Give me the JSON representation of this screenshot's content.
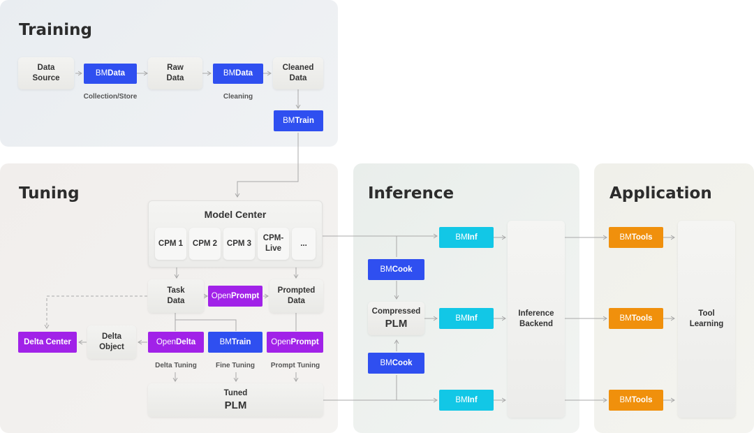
{
  "panels": {
    "training": "Training",
    "tuning": "Tuning",
    "inference": "Inference",
    "application": "Application"
  },
  "training": {
    "data_source": "Data Source",
    "bmdata1": {
      "pre": "BM",
      "suf": "Data"
    },
    "collection_caption": "Collection/Store",
    "raw_data": "Raw Data",
    "bmdata2": {
      "pre": "BM",
      "suf": "Data"
    },
    "cleaning_caption": "Cleaning",
    "cleaned_data": "Cleaned Data",
    "bmtrain": {
      "pre": "BM",
      "suf": "Train"
    }
  },
  "tuning": {
    "model_center": "Model Center",
    "models": [
      "CPM 1",
      "CPM 2",
      "CPM 3",
      "CPM-Live",
      "..."
    ],
    "task_data": "Task Data",
    "openprompt1": {
      "pre": "Open",
      "suf": "Prompt"
    },
    "prompted_data": "Prompted Data",
    "delta_center": "Delta Center",
    "delta_object": "Delta Object",
    "opendelta": {
      "pre": "Open",
      "suf": "Delta"
    },
    "bmtrain": {
      "pre": "BM",
      "suf": "Train"
    },
    "openprompt2": {
      "pre": "Open",
      "suf": "Prompt"
    },
    "delta_tuning_caption": "Delta Tuning",
    "fine_tuning_caption": "Fine Tuning",
    "prompt_tuning_caption": "Prompt Tuning",
    "tuned_plm": {
      "line1": "Tuned",
      "line2": "PLM"
    }
  },
  "inference": {
    "bmcook1": {
      "pre": "BM",
      "suf": "Cook"
    },
    "compressed_plm": {
      "line1": "Compressed",
      "line2": "PLM"
    },
    "bmcook2": {
      "pre": "BM",
      "suf": "Cook"
    },
    "bminf1": {
      "pre": "BM",
      "suf": "Inf"
    },
    "bminf2": {
      "pre": "BM",
      "suf": "Inf"
    },
    "bminf3": {
      "pre": "BM",
      "suf": "Inf"
    },
    "inference_backend": "Inference Backend"
  },
  "application": {
    "bmtools1": {
      "pre": "BM",
      "suf": "Tools"
    },
    "bmtools2": {
      "pre": "BM",
      "suf": "Tools"
    },
    "bmtools3": {
      "pre": "BM",
      "suf": "Tools"
    },
    "tool_learning": "Tool Learning"
  },
  "colors": {
    "blue": "#2f4ff0",
    "purple": "#a122e8",
    "cyan": "#12c7e6",
    "orange": "#f0900c"
  }
}
